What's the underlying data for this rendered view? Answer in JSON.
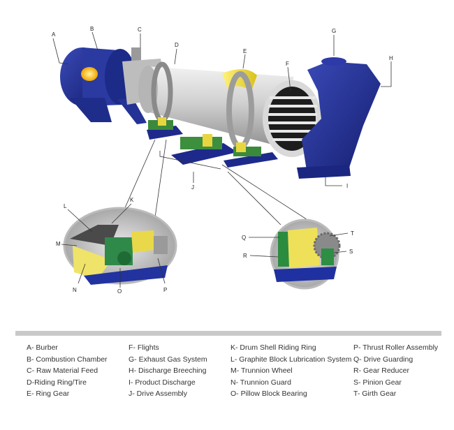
{
  "callouts": [
    {
      "letter": "A"
    },
    {
      "letter": "B"
    },
    {
      "letter": "C"
    },
    {
      "letter": "D"
    },
    {
      "letter": "E"
    },
    {
      "letter": "F"
    },
    {
      "letter": "G"
    },
    {
      "letter": "H"
    },
    {
      "letter": "I"
    },
    {
      "letter": "J"
    },
    {
      "letter": "K"
    },
    {
      "letter": "L"
    },
    {
      "letter": "M"
    },
    {
      "letter": "N"
    },
    {
      "letter": "O"
    },
    {
      "letter": "P"
    },
    {
      "letter": "Q"
    },
    {
      "letter": "R"
    },
    {
      "letter": "S"
    },
    {
      "letter": "T"
    }
  ],
  "legend": {
    "col1": [
      "A- Burber",
      "B- Combustion Chamber",
      "C- Raw Material Feed",
      "D-Riding Ring/Tire",
      "E- Ring Gear"
    ],
    "col2": [
      "F- Flights",
      "G- Exhaust Gas System",
      "H- Discharge Breeching",
      "I- Product Discharge",
      "J- Drive Assembly"
    ],
    "col3": [
      "K- Drum Shell Riding Ring",
      "L- Graphite Block Lubrication System",
      "M- Trunnion Wheel",
      "N- Trunnion Guard",
      "O- Pillow Block Bearing"
    ],
    "col4": [
      "P- Thrust Roller Assembly",
      "Q- Drive Guarding",
      "R- Gear Reducer",
      "S- Pinion Gear",
      "T- Girth Gear"
    ]
  }
}
